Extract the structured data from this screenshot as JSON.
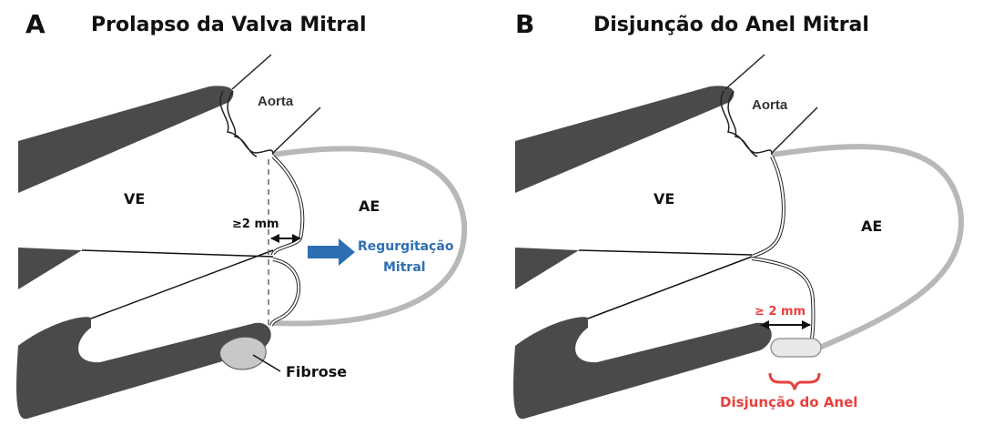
{
  "panel_a": {
    "letter": "A",
    "title": "Prolapso da Valva Mitral",
    "labels": {
      "aorta": "Aorta",
      "ve": "VE",
      "ae": "AE",
      "measure": "≥2 mm",
      "regurg_line1": "Regurgitação",
      "regurg_line2": "Mitral",
      "fibrose": "Fibrose"
    }
  },
  "panel_b": {
    "letter": "B",
    "title": "Disjunção do Anel Mitral",
    "labels": {
      "aorta": "Aorta",
      "ve": "VE",
      "ae": "AE",
      "measure": "≥ 2 mm",
      "disjunction": "Disjunção do Anel"
    }
  },
  "colors": {
    "muscle": "#4a4a4a",
    "atrium_wall": "#b8b8b8",
    "fibrosis": "#c8c8c8",
    "regurgitation_arrow": "#2e6fb3",
    "disjunction_label": "#e8403f"
  }
}
